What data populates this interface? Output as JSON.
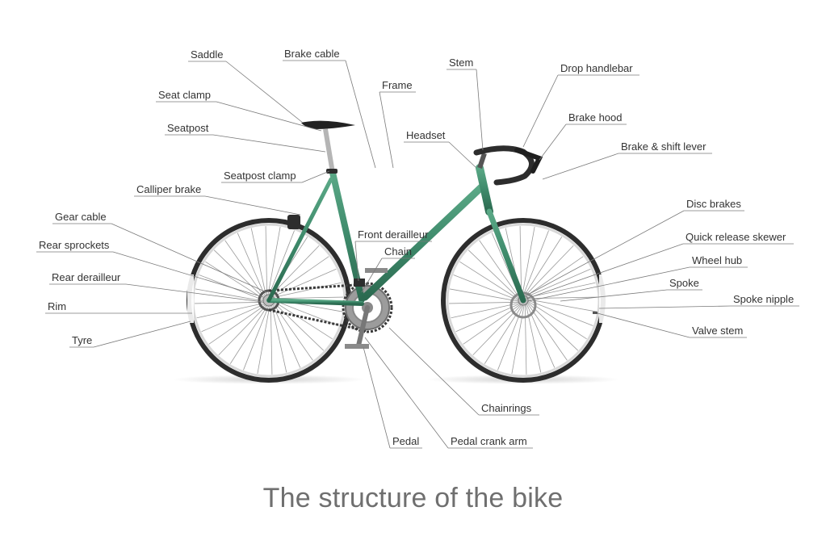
{
  "title": "The structure of the bike",
  "colors": {
    "frame": "#3e8a6b",
    "frame_dark": "#2b6a50",
    "tyre": "#2d2d2d",
    "leader": "#7a7a7a",
    "text": "#333333",
    "title": "#6f6f6f"
  },
  "labels": {
    "saddle": "Saddle",
    "brake_cable": "Brake cable",
    "frame": "Frame",
    "stem": "Stem",
    "drop_handlebar": "Drop handlebar",
    "seat_clamp": "Seat clamp",
    "brake_hood": "Brake hood",
    "seatpost": "Seatpost",
    "headset": "Headset",
    "brake_shift_lever": "Brake & shift lever",
    "seatpost_clamp": "Seatpost clamp",
    "calliper_brake": "Calliper brake",
    "disc_brakes": "Disc brakes",
    "gear_cable": "Gear cable",
    "front_derailleur": "Front derailleur",
    "quick_release_skewer": "Quick release skewer",
    "rear_sprockets": "Rear sprockets",
    "chain": "Chain",
    "wheel_hub": "Wheel hub",
    "rear_derailleur": "Rear derailleur",
    "spoke": "Spoke",
    "spoke_nipple": "Spoke nipple",
    "rim": "Rim",
    "valve_stem": "Valve stem",
    "tyre": "Tyre",
    "chainrings": "Chainrings",
    "pedal": "Pedal",
    "pedal_crank_arm": "Pedal crank arm"
  }
}
